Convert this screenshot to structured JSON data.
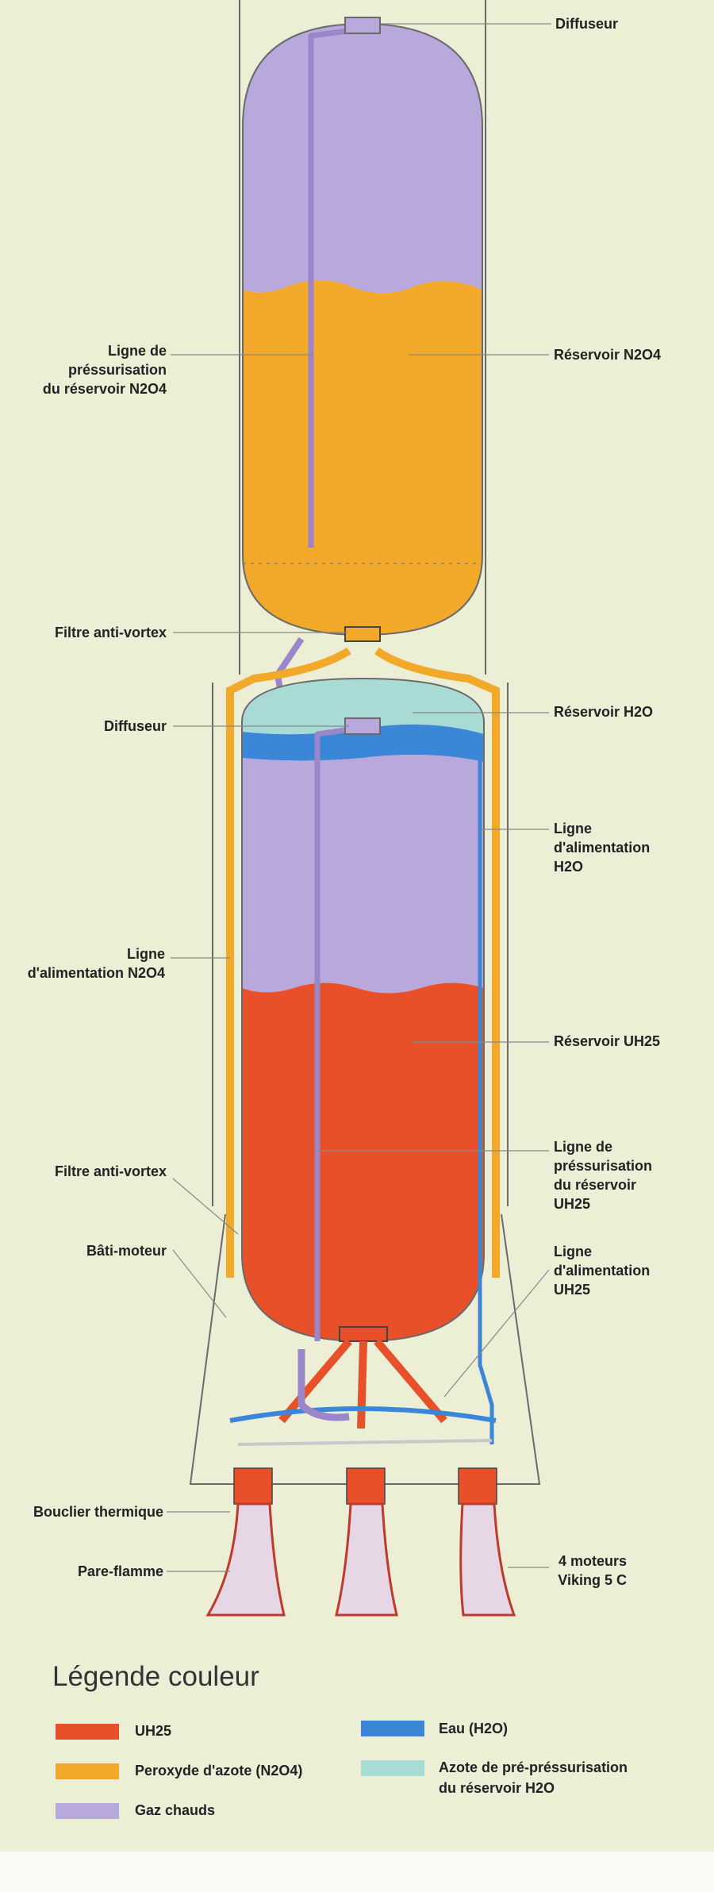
{
  "labels": {
    "diffuseur_top": "Diffuseur",
    "ligne_press_n2o4": [
      "Ligne de",
      "préssurisation",
      "du réservoir N2O4"
    ],
    "reservoir_n2o4": "Réservoir N2O4",
    "filtre_top": "Filtre anti-vortex",
    "diffuseur_mid": "Diffuseur",
    "reservoir_h2o": "Réservoir  H2O",
    "ligne_alim_h2o": [
      "Ligne",
      "d'alimentation",
      "H2O"
    ],
    "ligne_alim_n2o4": [
      "Ligne",
      "d'alimentation N2O4"
    ],
    "reservoir_uh25": "Réservoir UH25",
    "ligne_press_uh25": [
      "Ligne de",
      "préssurisation",
      "du réservoir",
      "UH25"
    ],
    "filtre_bottom": "Filtre anti-vortex",
    "bati_moteur": "Bâti-moteur",
    "ligne_alim_uh25": [
      "Ligne",
      "d'alimentation",
      "UH25"
    ],
    "bouclier": "Bouclier thermique",
    "pare_flamme": "Pare-flamme",
    "moteurs": [
      "4 moteurs",
      "Viking 5 C"
    ]
  },
  "legend": {
    "title": "Légende couleur",
    "items": [
      {
        "label": "UH25",
        "color": "#e8502a"
      },
      {
        "label": "Eau  (H2O)",
        "color": "#3a86d8"
      },
      {
        "label": "Peroxyde d'azote  (N2O4)",
        "color": "#f2a828"
      },
      {
        "label": [
          "Azote de pré-préssurisation",
          "du réservoir H2O"
        ],
        "color": "#a9dbd6"
      },
      {
        "label": "Gaz chauds",
        "color": "#b9a8db"
      }
    ]
  },
  "colors": {
    "uh25": "#e8502a",
    "water": "#3a86d8",
    "n2o4": "#f2a828",
    "nitrogen": "#a9dbd6",
    "hot_gas": "#b9a8db",
    "background": "#ecefd6"
  }
}
